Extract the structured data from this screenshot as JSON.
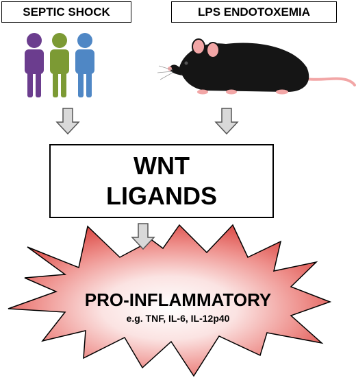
{
  "top_labels": {
    "left": "SEPTIC SHOCK",
    "right": "LPS ENDOTOXEMIA"
  },
  "center_box": {
    "line1": "WNT",
    "line2": "LIGANDS"
  },
  "burst": {
    "title": "PRO-INFLAMMATORY",
    "subtitle": "e.g. TNF, IL-6, IL-12p40"
  },
  "colors": {
    "person_purple": "#6b3d8e",
    "person_green": "#7c9a34",
    "person_blue": "#4f87c5",
    "arrow_fill": "#d9d9d9",
    "burst_inner": "#ffffff",
    "burst_outer": "#d9443f",
    "mouse_body": "#151515",
    "mouse_pink": "#f2a6a6"
  },
  "icons": [
    "people-icon",
    "mouse-icon",
    "down-arrow-icon",
    "starburst"
  ]
}
